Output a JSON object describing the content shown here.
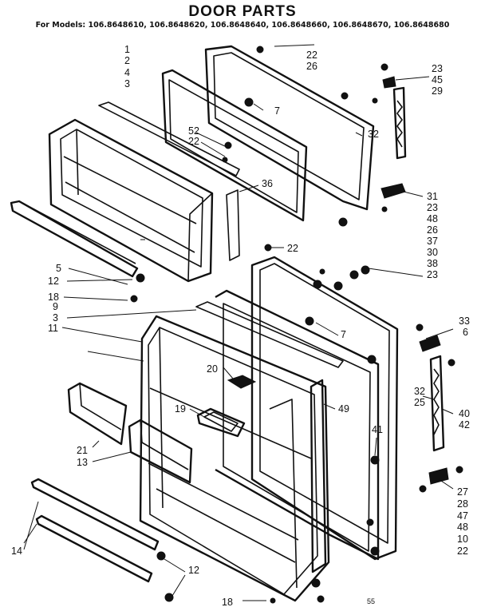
{
  "title": "DOOR PARTS",
  "models": "For Models: 106.8648610, 106.8648620, 106.8648640, 106.8648660, 106.8648670, 106.8648680",
  "footer_code": "55",
  "labels": [
    {
      "id": "l1",
      "text": "1"
    },
    {
      "id": "l2",
      "text": "2"
    },
    {
      "id": "l4",
      "text": "4"
    },
    {
      "id": "l3",
      "text": "3"
    },
    {
      "id": "l22a",
      "text": "22"
    },
    {
      "id": "l26a",
      "text": "26"
    },
    {
      "id": "l7a",
      "text": "7"
    },
    {
      "id": "l32a",
      "text": "32"
    },
    {
      "id": "l52",
      "text": "52"
    },
    {
      "id": "l22b",
      "text": "22"
    },
    {
      "id": "l36",
      "text": "36"
    },
    {
      "id": "l23a",
      "text": "23"
    },
    {
      "id": "l45",
      "text": "45"
    },
    {
      "id": "l29",
      "text": "29"
    },
    {
      "id": "l31",
      "text": "31"
    },
    {
      "id": "l23b",
      "text": "23"
    },
    {
      "id": "l48a",
      "text": "48"
    },
    {
      "id": "l26b",
      "text": "26"
    },
    {
      "id": "l37",
      "text": "37"
    },
    {
      "id": "l30",
      "text": "30"
    },
    {
      "id": "l38",
      "text": "38"
    },
    {
      "id": "l23c",
      "text": "23"
    },
    {
      "id": "l22c",
      "text": "22"
    },
    {
      "id": "l5",
      "text": "5"
    },
    {
      "id": "l12a",
      "text": "12"
    },
    {
      "id": "l18a",
      "text": "18"
    },
    {
      "id": "l9",
      "text": "9"
    },
    {
      "id": "l3b",
      "text": "3"
    },
    {
      "id": "l11",
      "text": "11"
    },
    {
      "id": "l7b",
      "text": "7"
    },
    {
      "id": "l33",
      "text": "33"
    },
    {
      "id": "l6",
      "text": "6"
    },
    {
      "id": "l20",
      "text": "20"
    },
    {
      "id": "l19",
      "text": "19"
    },
    {
      "id": "l49",
      "text": "49"
    },
    {
      "id": "l32b",
      "text": "32"
    },
    {
      "id": "l25",
      "text": "25"
    },
    {
      "id": "l40",
      "text": "40"
    },
    {
      "id": "l42",
      "text": "42"
    },
    {
      "id": "l41",
      "text": "41"
    },
    {
      "id": "l21",
      "text": "21"
    },
    {
      "id": "l13",
      "text": "13"
    },
    {
      "id": "l27",
      "text": "27"
    },
    {
      "id": "l28",
      "text": "28"
    },
    {
      "id": "l47",
      "text": "47"
    },
    {
      "id": "l48b",
      "text": "48"
    },
    {
      "id": "l10",
      "text": "10"
    },
    {
      "id": "l22d",
      "text": "22"
    },
    {
      "id": "l14",
      "text": "14"
    },
    {
      "id": "l12b",
      "text": "12"
    },
    {
      "id": "l18b",
      "text": "18"
    }
  ]
}
